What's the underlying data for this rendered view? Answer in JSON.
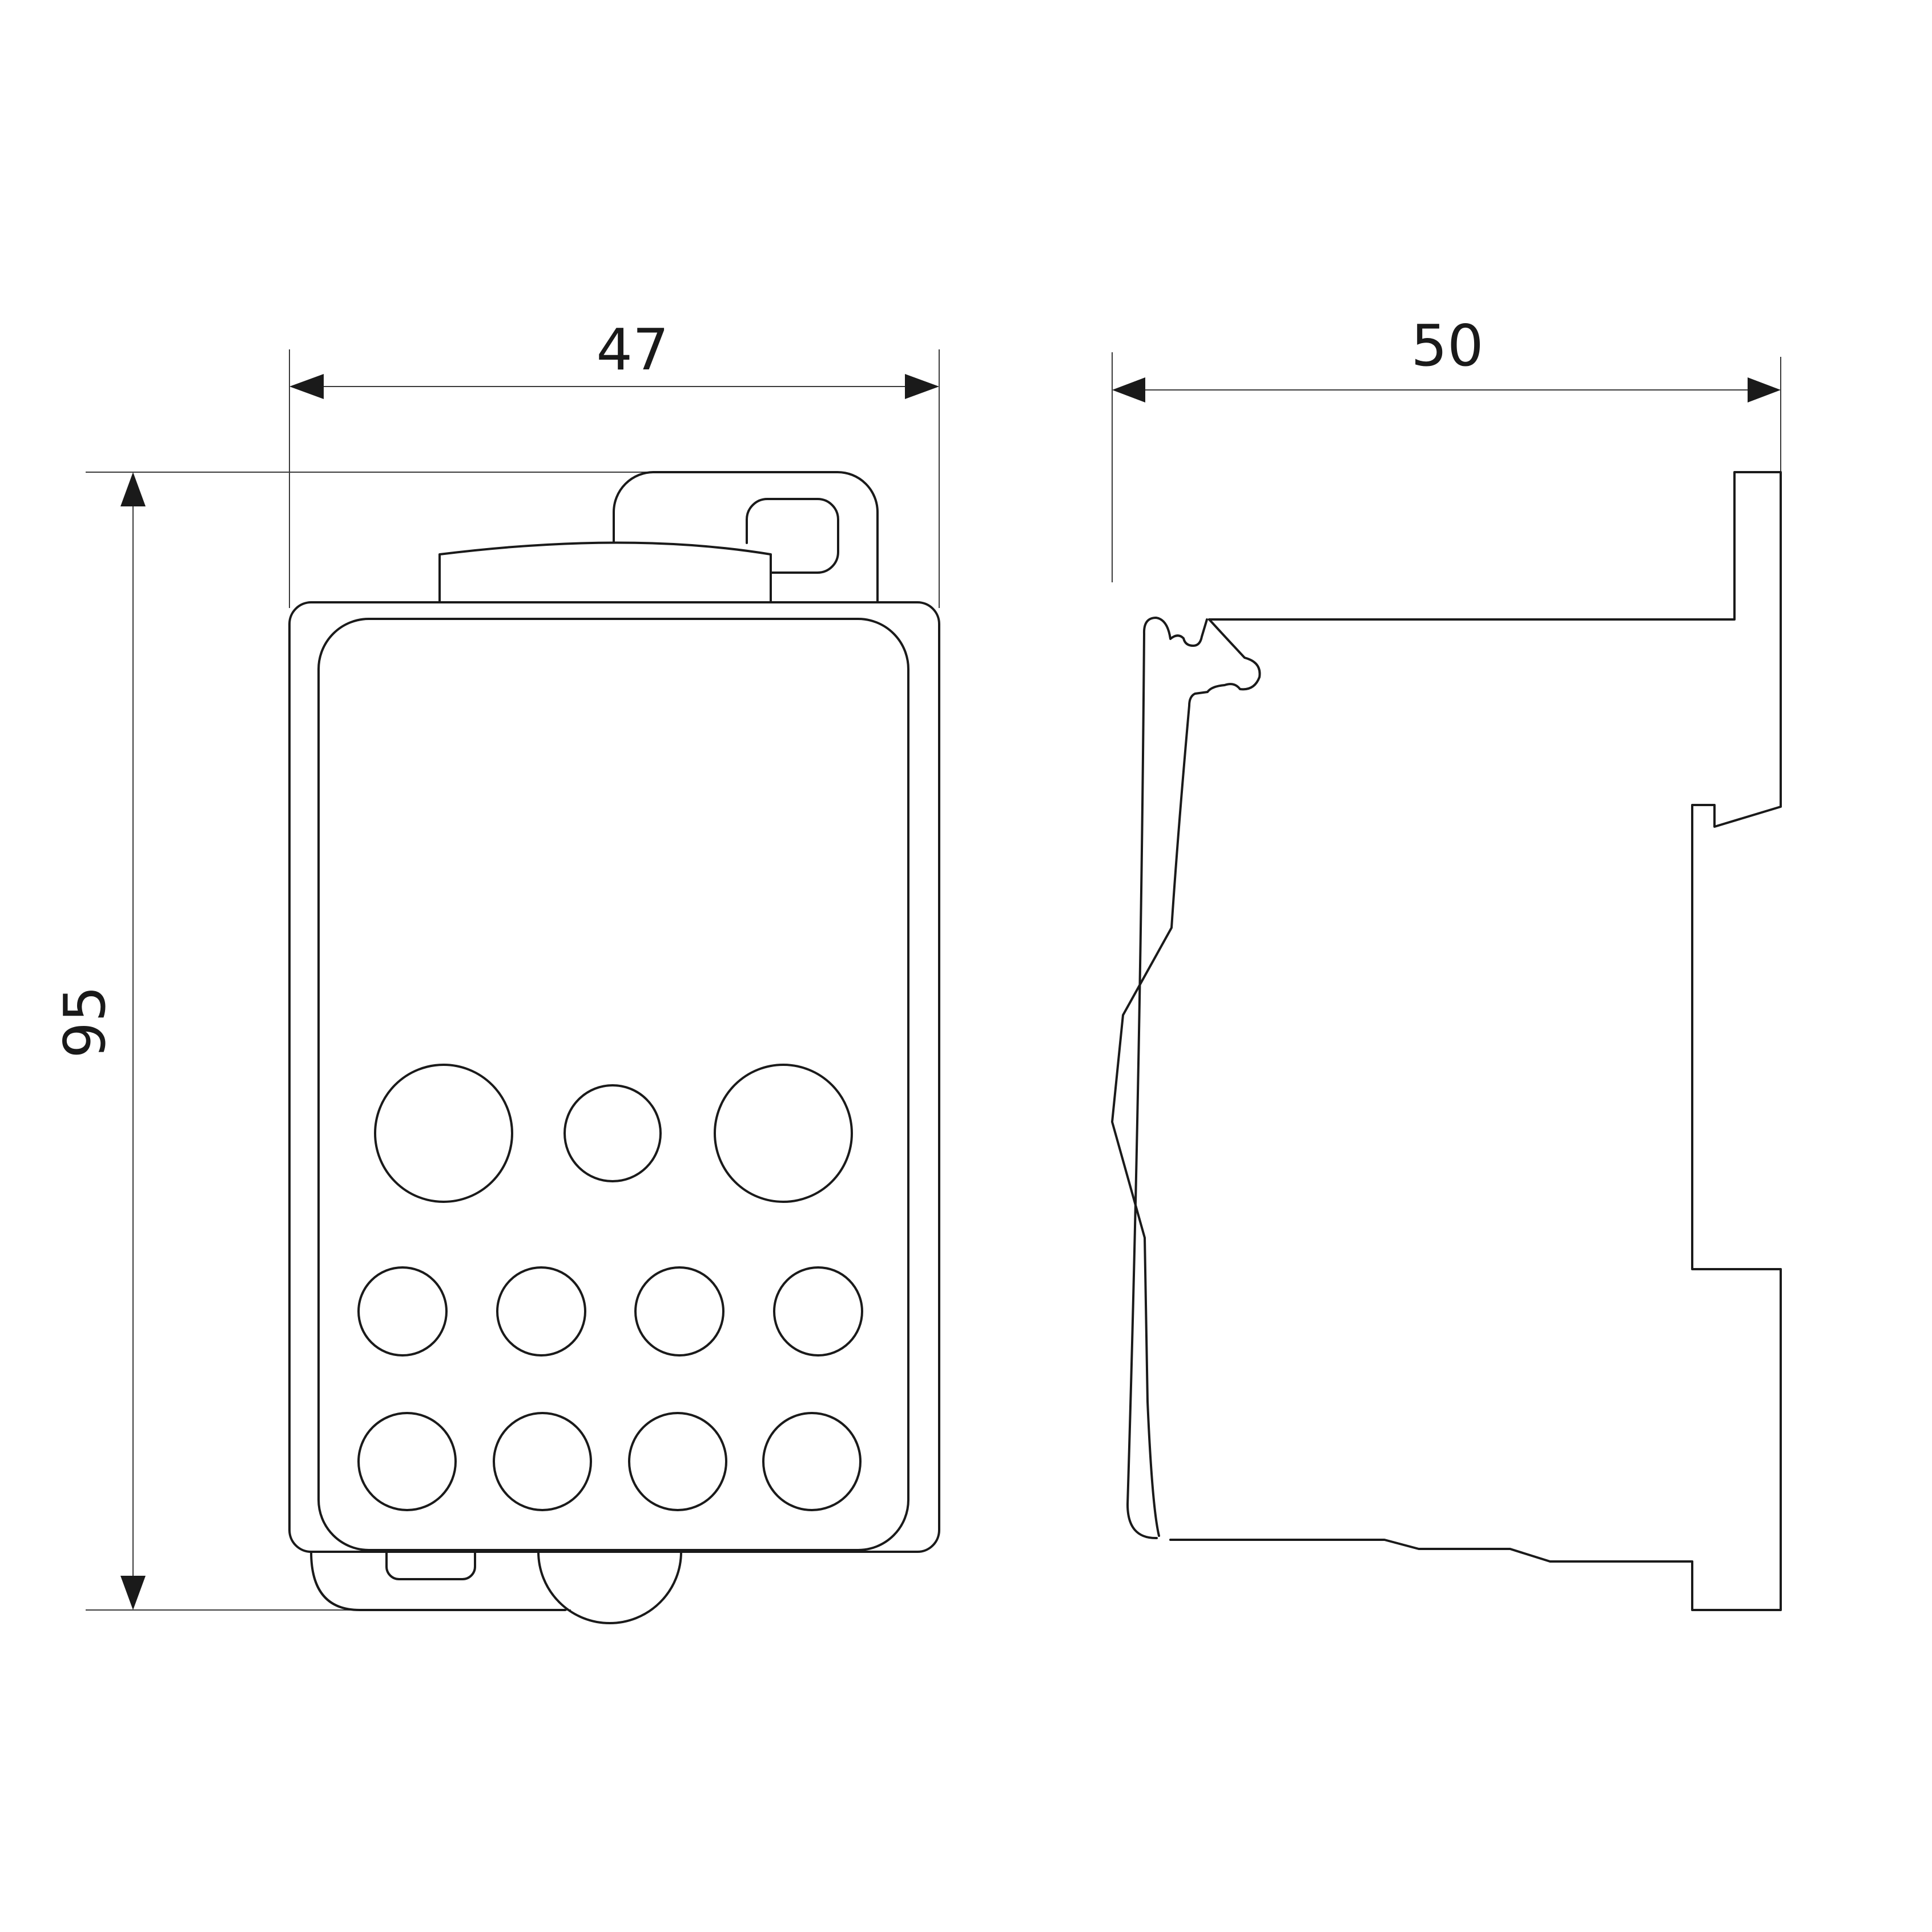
{
  "dimensions": {
    "front_width": "47",
    "side_depth": "50",
    "height": "95"
  },
  "views": {
    "front": {
      "large_holes": 3,
      "medium_holes_row_1": 4,
      "medium_holes_row_2": 4
    },
    "side": {}
  },
  "colors": {
    "line": "#1a1a1a",
    "background": "#ffffff"
  }
}
